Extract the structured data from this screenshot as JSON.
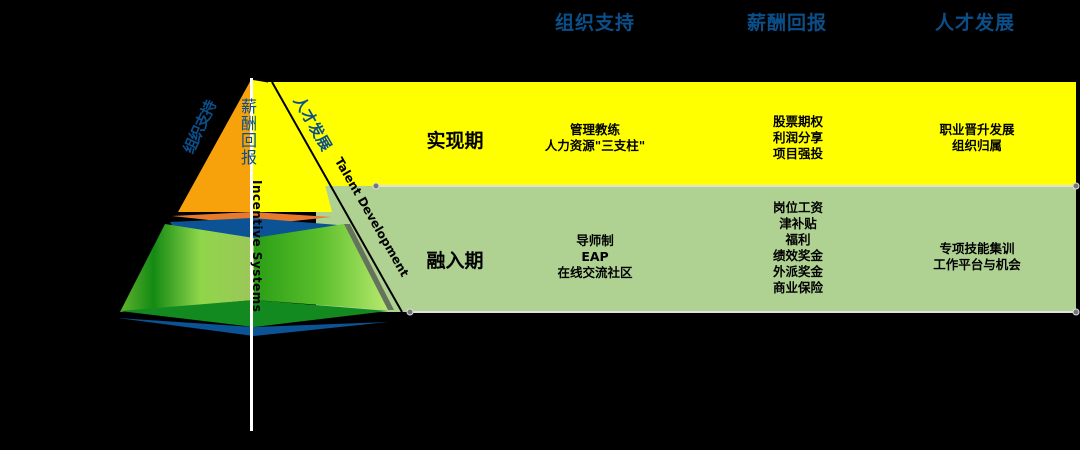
{
  "column_headers": [
    "组织支持",
    "薪酬回报",
    "人才发展"
  ],
  "pyramid": {
    "left_label": "组织支持",
    "center_label": "薪酬回报",
    "right_label": "人才发展",
    "axis_label_en": "Incentive Systems",
    "diagonal_label_en": "Talent Development"
  },
  "rows": [
    {
      "phase": "实现期",
      "band_color": "#ffff00",
      "org_support": [
        "管理教练",
        "人力资源\"三支柱\""
      ],
      "compensation": [
        "股票期权",
        "利润分享",
        "项目强投"
      ],
      "talent_development": [
        "职业晋升发展",
        "组织归属"
      ]
    },
    {
      "phase": "融入期",
      "band_color": "#afd293",
      "org_support": [
        "导师制",
        "EAP",
        "在线交流社区"
      ],
      "compensation": [
        "岗位工资",
        "津补贴",
        "福利",
        "绩效奖金",
        "外派奖金",
        "商业保险"
      ],
      "talent_development": [
        "专项技能集训",
        "工作平台与机会"
      ]
    }
  ],
  "colors": {
    "header_blue": "#0b4f8a",
    "top_orange": "#f7a20a",
    "top_yellow": "#ffff00",
    "green_light": "#8fd14f",
    "green_dark": "#138a1f",
    "base_blue": "#0b5394"
  }
}
